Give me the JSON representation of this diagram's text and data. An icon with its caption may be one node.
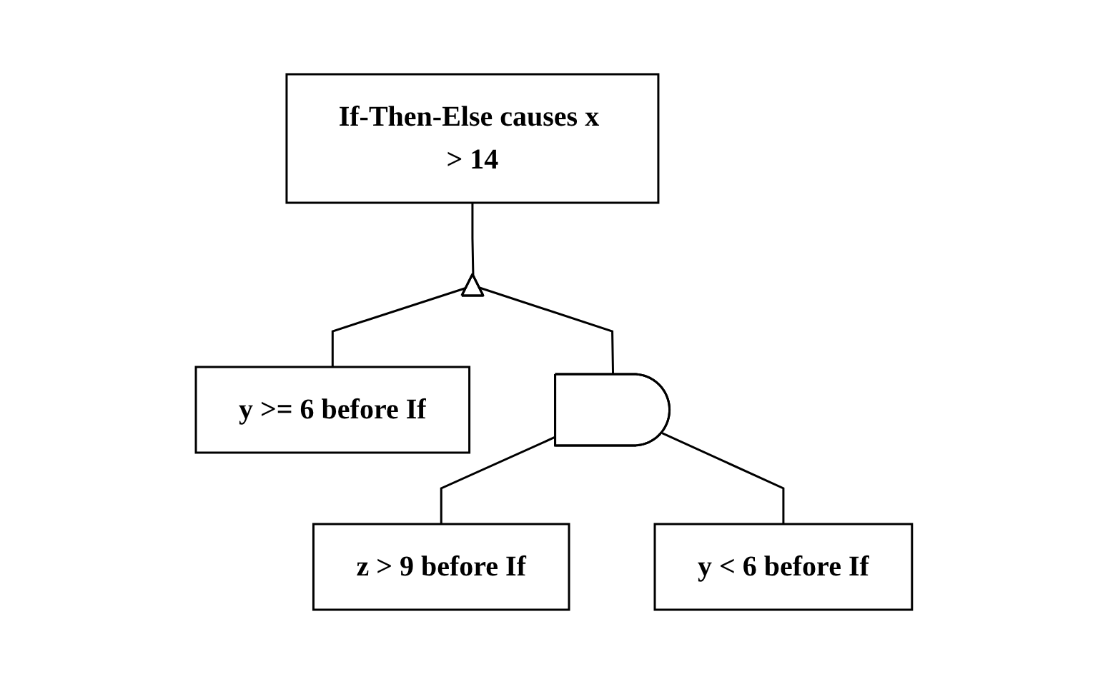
{
  "diagram": {
    "nodes": [
      {
        "text": [
          "If-Then-Else causes x > 14"
        ]
      },
      {
        "text": [],
        "shape": "or-gate"
      },
      {
        "text": [
          "y >= 6 before If"
        ]
      },
      {
        "text": [],
        "shape": "and-gate"
      },
      {
        "text": [
          "z > 9 before If"
        ]
      },
      {
        "text": [
          "y < 6 before If"
        ]
      }
    ],
    "edges": [
      {
        "from": 0,
        "to": 1,
        "arrow": "none"
      },
      {
        "from": 1,
        "to": 2,
        "arrow": "none"
      },
      {
        "from": 1,
        "to": 3,
        "arrow": "none"
      },
      {
        "from": 3,
        "to": 4,
        "arrow": "none"
      },
      {
        "from": 3,
        "to": 5,
        "arrow": "none"
      }
    ]
  }
}
